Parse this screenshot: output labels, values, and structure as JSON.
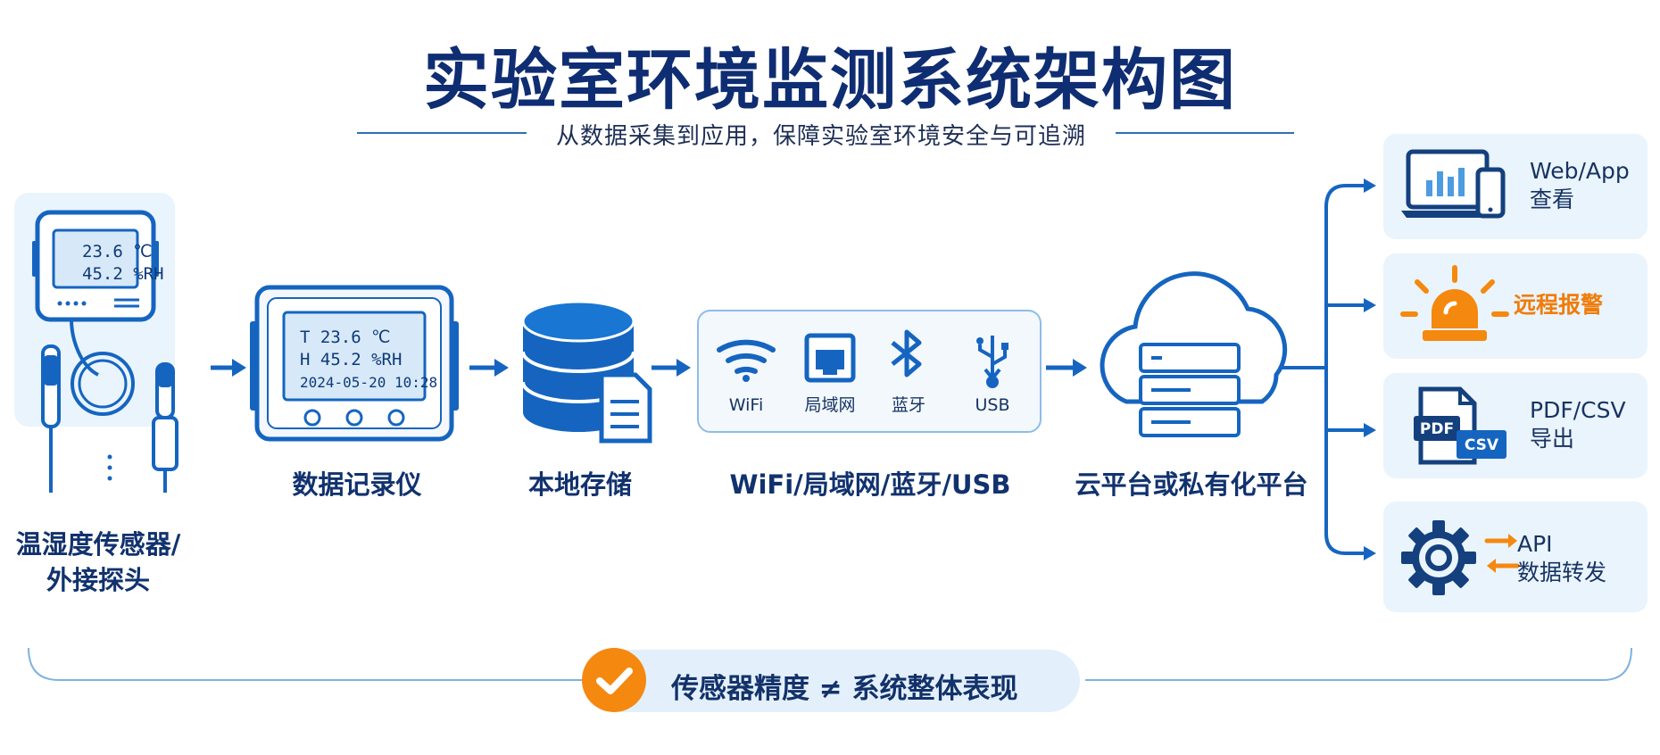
{
  "title": "实验室环境监测系统架构图",
  "subtitle": "从数据采集到应用，保障实验室环境安全与可追溯",
  "stages": {
    "sensor": {
      "label_line1": "温湿度传感器/",
      "label_line2": "外接探头",
      "screen_line1": "23.6 ℃",
      "screen_line2": "45.2 %RH"
    },
    "logger": {
      "label": "数据记录仪",
      "screen_line1": "T  23.6 ℃",
      "screen_line2": "H  45.2 %RH",
      "screen_line3": "2024-05-20 10:28"
    },
    "storage": {
      "label": "本地存储"
    },
    "transport": {
      "label": "WiFi/局域网/蓝牙/USB",
      "items": [
        "WiFi",
        "局域网",
        "蓝牙",
        "USB"
      ]
    },
    "cloud": {
      "label": "云平台或私有化平台"
    }
  },
  "outputs": [
    {
      "line1": "Web/App",
      "line2": "查看",
      "icon": "laptop-phone-icon"
    },
    {
      "line1": "远程报警",
      "line2": "",
      "icon": "alarm-beacon-icon"
    },
    {
      "line1": "PDF/CSV",
      "line2": "导出",
      "icon": "pdf-csv-icon",
      "badge1": "PDF",
      "badge2": "CSV"
    },
    {
      "line1": "API",
      "line2": "数据转发",
      "icon": "gear-arrows-icon"
    }
  ],
  "banner": {
    "text": "传感器精度 ≠ 系统整体表现",
    "icon": "check-icon"
  },
  "colors": {
    "primary": "#1565c0",
    "dark": "#0f2d72",
    "accent": "#f5880f",
    "panel": "#eaf4fc"
  }
}
